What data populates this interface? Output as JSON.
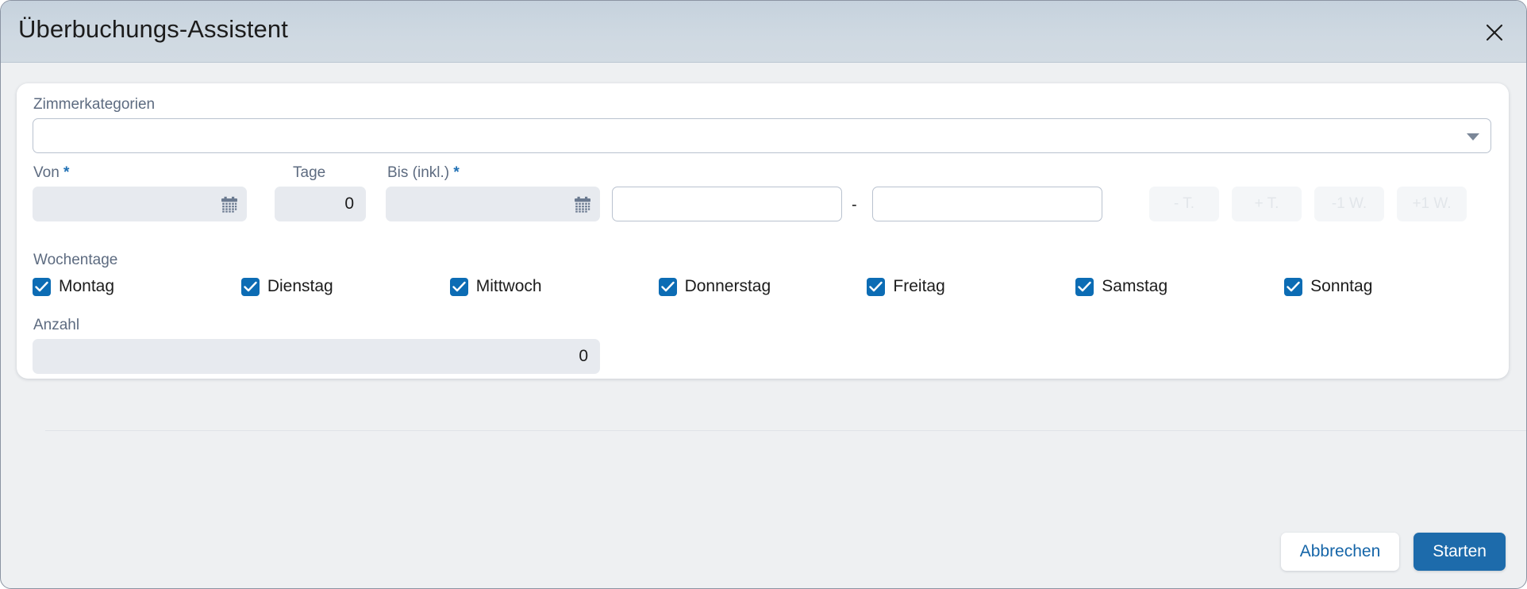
{
  "dialog": {
    "title": "Überbuchungs-Assistent",
    "close_icon": "close-icon"
  },
  "form": {
    "kategorien": {
      "label": "Zimmerkategorien",
      "value": "",
      "placeholder": "",
      "caret_icon": "chevron-down-icon"
    },
    "von": {
      "label": "Von",
      "required_marker": "*",
      "value": "",
      "icon": "calendar-icon"
    },
    "tage": {
      "label": "Tage",
      "value": "0"
    },
    "bis": {
      "label": "Bis (inkl.)",
      "required_marker": "*",
      "value": "",
      "icon": "calendar-icon"
    },
    "range": {
      "from_value": "",
      "from_placeholder": "",
      "to_value": "",
      "to_placeholder": "",
      "separator": "-"
    },
    "steppers": [
      {
        "label": "- T."
      },
      {
        "label": "+ T."
      },
      {
        "label": "-1 W."
      },
      {
        "label": "+1 W."
      }
    ],
    "wochentage": {
      "label": "Wochentage",
      "days": [
        {
          "label": "Montag",
          "checked": true
        },
        {
          "label": "Dienstag",
          "checked": true
        },
        {
          "label": "Mittwoch",
          "checked": true
        },
        {
          "label": "Donnerstag",
          "checked": true
        },
        {
          "label": "Freitag",
          "checked": true
        },
        {
          "label": "Samstag",
          "checked": true
        },
        {
          "label": "Sonntag",
          "checked": true
        }
      ]
    },
    "anzahl": {
      "label": "Anzahl",
      "value": "0"
    }
  },
  "footer": {
    "cancel_label": "Abbrechen",
    "start_label": "Starten"
  },
  "colors": {
    "accent": "#1d6bab",
    "checkbox": "#0c6cb4",
    "required": "#2171b5",
    "header_bg": "#cfd9e2",
    "body_bg": "#eef0f2",
    "field_disabled_bg": "#e7eaef",
    "label_text": "#5d6b80"
  }
}
